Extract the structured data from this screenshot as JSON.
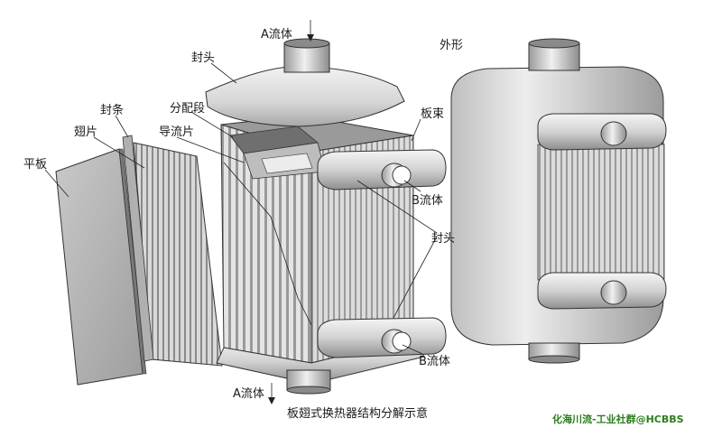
{
  "diagram": {
    "caption": "板翅式换热器结构分解示意",
    "watermark": "化海川流-工业社群@HCBBS",
    "labels": {
      "a_flow_top": "A流体",
      "a_flow_bottom": "A流体",
      "b_flow_upper": "B流体",
      "b_flow_lower": "B流体",
      "header_top": "封头",
      "header_side": "封头",
      "seal_bar": "封条",
      "fin": "翅片",
      "flat_plate": "平板",
      "distributor": "分配段",
      "guide_fin": "导流片",
      "plate_bundle": "板束",
      "exterior": "外形"
    }
  },
  "colors": {
    "metal_light": "#e6e6e6",
    "metal_mid": "#bdbdbd",
    "metal_dark": "#7a7a7a",
    "outline": "#333333",
    "watermark": "#2e7d1e"
  }
}
